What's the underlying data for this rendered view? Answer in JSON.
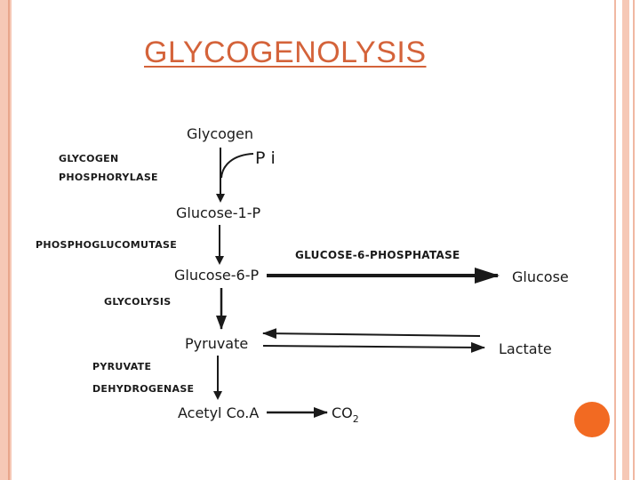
{
  "slide": {
    "title": "GLYCOGENOLYSIS"
  },
  "diagram": {
    "compounds": {
      "glycogen": "Glycogen",
      "pi": "P i",
      "glucose_1_p": "Glucose-1-P",
      "glucose_6_p": "Glucose-6-P",
      "glucose": "Glucose",
      "pyruvate": "Pyruvate",
      "lactate": "Lactate",
      "acetyl_coa": "Acetyl Co.A",
      "co2": "CO",
      "co2_sub": "2"
    },
    "enzymes": {
      "glycogen_phosphorylase_line1": "GLYCOGEN",
      "glycogen_phosphorylase_line2": "PHOSPHORYLASE",
      "phosphoglucomutase": "PHOSPHOGLUCOMUTASE",
      "glucose_6_phosphatase": "GLUCOSE-6-PHOSPHATASE",
      "glycolysis": "GLYCOLYSIS",
      "pyruvate_dehydrogenase_line1": "PYRUVATE",
      "pyruvate_dehydrogenase_line2": "DEHYDROGENASE"
    }
  },
  "colors": {
    "title": "#d4633a",
    "frame": "#f6c8b6",
    "accent_dot": "#f26a22"
  }
}
